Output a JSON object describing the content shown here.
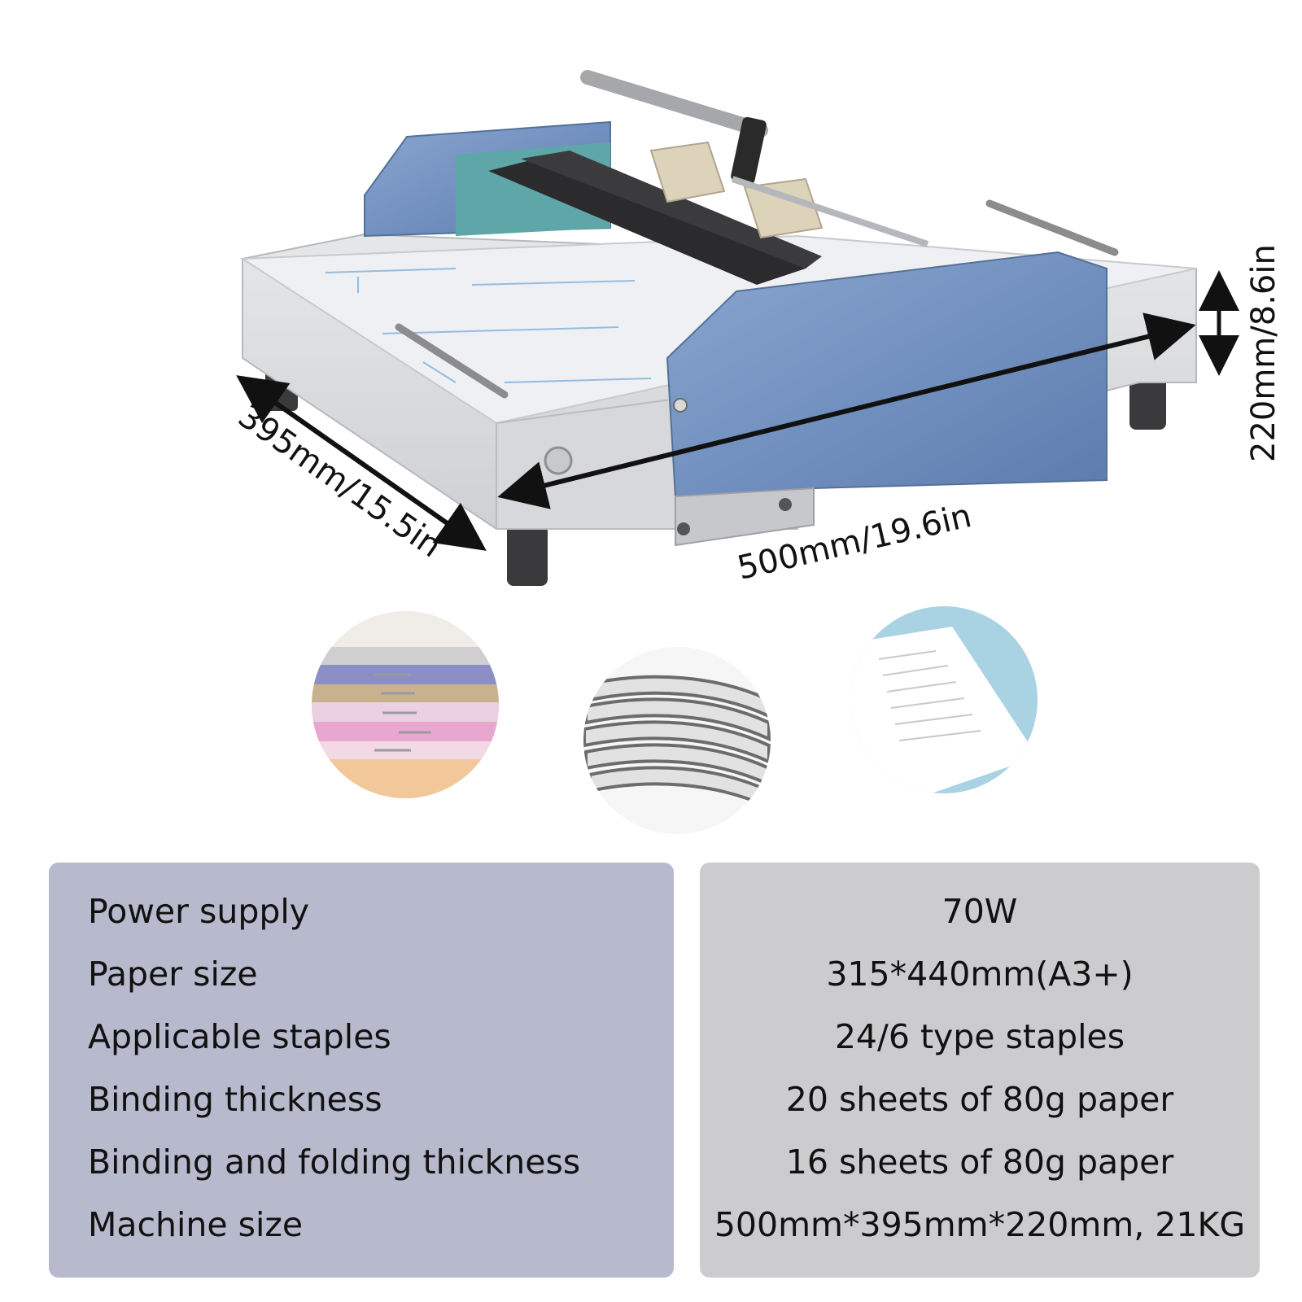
{
  "dimensions": {
    "depth": "395mm/15.5in",
    "width": "500mm/19.6in",
    "height": "220mm/8.6in"
  },
  "colors": {
    "machine_body": "#dcdddf",
    "side_cover_blue": "#6f8fbe",
    "roller": "#2b2b2d",
    "label_panel": "#b7b9cc",
    "value_panel": "#ccccce"
  },
  "specs": [
    {
      "label": "Power supply",
      "value": "70W"
    },
    {
      "label": "Paper size",
      "value": "315*440mm(A3+)"
    },
    {
      "label": "Applicable staples",
      "value": "24/6 type staples"
    },
    {
      "label": "Binding thickness",
      "value": "20 sheets of 80g paper"
    },
    {
      "label": "Binding and folding thickness",
      "value": "16 sheets of 80g paper"
    },
    {
      "label": "Machine size",
      "value": "500mm*395mm*220mm, 21KG"
    }
  ]
}
